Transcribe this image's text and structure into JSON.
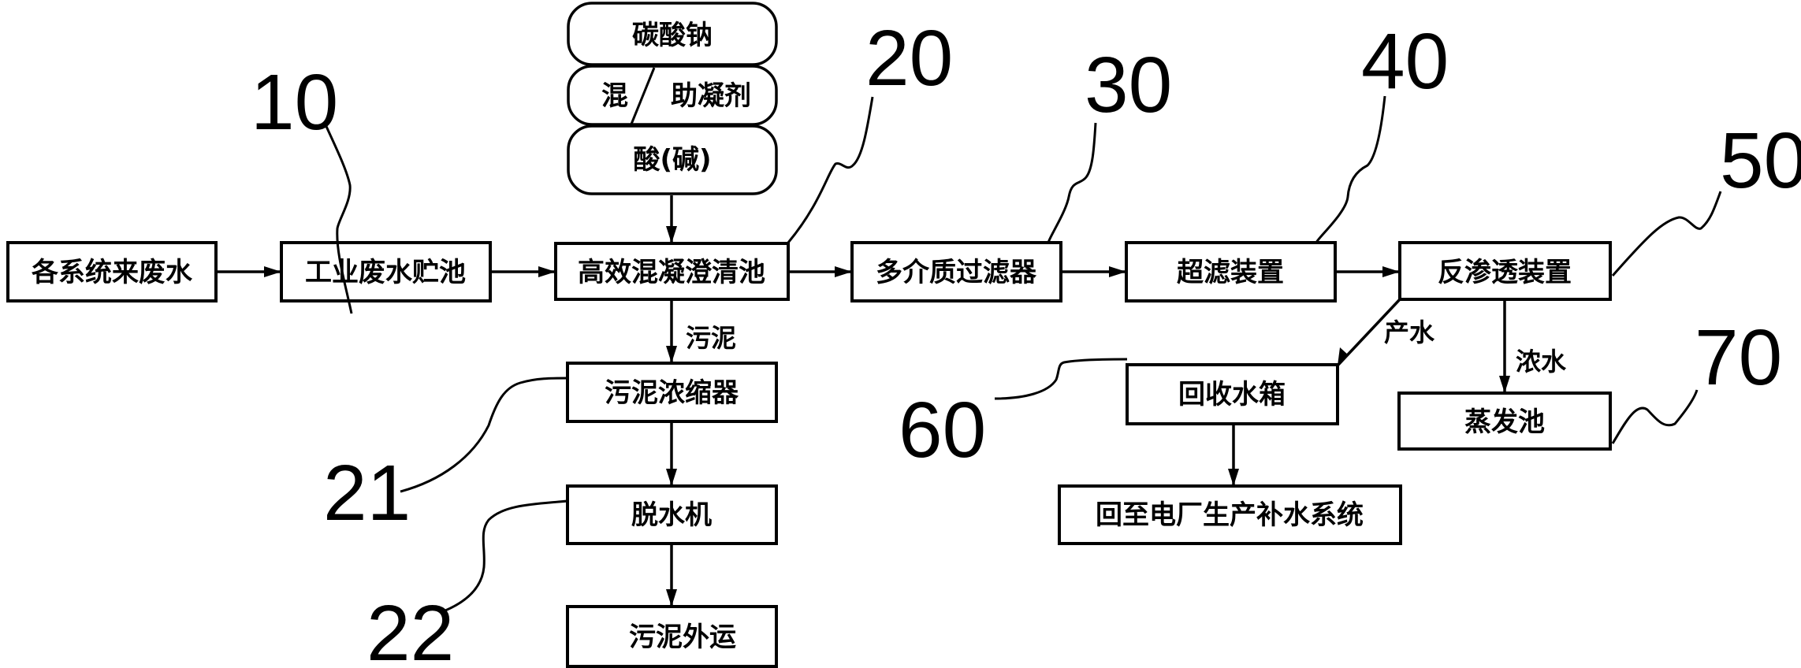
{
  "diagram": {
    "title": "",
    "boxes": {
      "source_wastewater": "各系统来废水",
      "industrial_tank": "工业废水贮池",
      "clarifier": "高效混凝澄清池",
      "multimedia_filter": "多介质过滤器",
      "ultrafiltration": "超滤装置",
      "reverse_osmosis": "反渗透装置",
      "sludge_thickener": "污泥浓缩器",
      "dewatering_machine": "脱水机",
      "sludge_disposal": "污泥外运",
      "recovery_tank": "回收水箱",
      "evaporation_pond": "蒸发池",
      "return_system": "回至电厂生产补水系统"
    },
    "chemicals": {
      "sodium_carbonate": "碳酸钠",
      "coagulant_left": "混",
      "coagulant_right": "助凝剂",
      "acid_base": "酸(碱)"
    },
    "flow_labels": {
      "sludge": "污泥",
      "product_water": "产水",
      "concentrate": "浓水"
    },
    "reference_numerals": {
      "n10": "10",
      "n20": "20",
      "n21": "21",
      "n22": "22",
      "n30": "30",
      "n40": "40",
      "n50": "50",
      "n60": "60",
      "n70": "70"
    },
    "colors": {
      "line": "#000000",
      "background": "#ffffff"
    }
  }
}
